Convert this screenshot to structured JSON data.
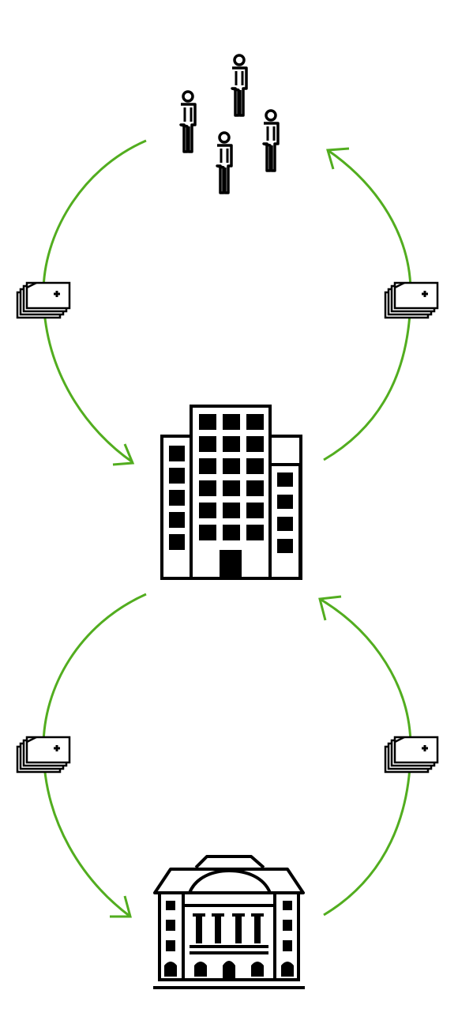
{
  "diagram": {
    "nodes": [
      {
        "id": "people",
        "icon": "people-group-icon"
      },
      {
        "id": "company",
        "icon": "office-building-icon"
      },
      {
        "id": "central-bank",
        "icon": "bank-building-icon"
      }
    ],
    "flows": [
      {
        "from": "people",
        "to": "company",
        "icon": "money-icon"
      },
      {
        "from": "company",
        "to": "people",
        "icon": "money-icon"
      },
      {
        "from": "company",
        "to": "central-bank",
        "icon": "money-icon"
      },
      {
        "from": "central-bank",
        "to": "company",
        "icon": "money-icon"
      }
    ],
    "colors": {
      "arrow": "#52ad1f",
      "icon": "#000000",
      "background": "#ffffff"
    }
  }
}
